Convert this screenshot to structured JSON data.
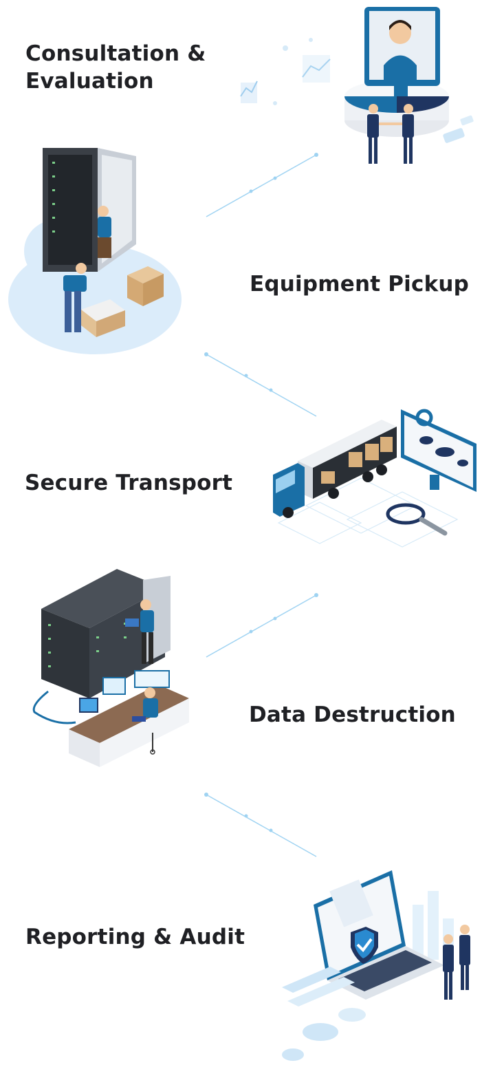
{
  "steps": [
    {
      "title_line1": "Consultation &",
      "title_line2": "Evaluation",
      "icon": "consultation-handshake-icon"
    },
    {
      "title": "Equipment Pickup",
      "icon": "server-rack-pickup-icon"
    },
    {
      "title": "Secure Transport",
      "icon": "truck-transport-icon"
    },
    {
      "title": "Data Destruction",
      "icon": "datacenter-operator-icon"
    },
    {
      "title": "Reporting & Audit",
      "icon": "laptop-shield-report-icon"
    }
  ],
  "colors": {
    "heading": "#1f2024",
    "brand_blue": "#1a6fa6",
    "navy": "#1f3561",
    "light_blue": "#cfe6f7",
    "connector": "#9fd3f2"
  }
}
